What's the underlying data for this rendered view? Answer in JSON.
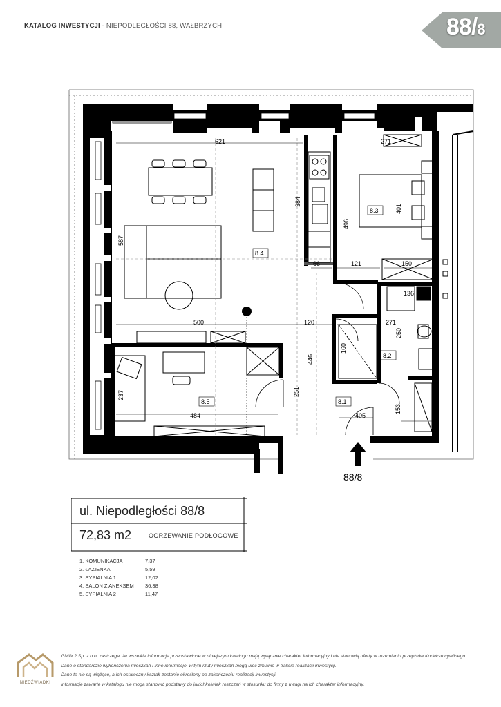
{
  "header": {
    "catalog": "KATALOG INWESTYCJI -",
    "address": " NIEPODLEGŁOŚCI 88, WAŁBRZYCH"
  },
  "badge": {
    "main": "88/",
    "sub": "8"
  },
  "plan": {
    "dims": {
      "d621": "621",
      "d271a": "271",
      "d384": "384",
      "d401": "401",
      "d496": "496",
      "d587": "587",
      "d66": "66",
      "d121": "121",
      "d150": "150",
      "d136": "136",
      "d500": "500",
      "d120": "120",
      "d271b": "271",
      "d250": "250",
      "d160": "160",
      "d446": "446",
      "d237": "237",
      "d251": "251",
      "d484": "484",
      "d405": "405",
      "d153": "153"
    },
    "rooms": {
      "r81": "8.1",
      "r82": "8.2",
      "r83": "8.3",
      "r84": "8.4",
      "r85": "8.5"
    },
    "entrance": "88/8"
  },
  "info": {
    "title": "ul. Niepodległości 88/8",
    "area": "72,83 m2",
    "heating": "OGRZEWANIE PODŁOGOWE",
    "rooms": [
      {
        "name": "1. KOMUNIKACJA",
        "area": "7,37"
      },
      {
        "name": "2. ŁAZIENKA",
        "area": "5,59"
      },
      {
        "name": "3. SYPIALNIA 1",
        "area": "12,02"
      },
      {
        "name": "4. SALON Z ANEKSEM",
        "area": "36,38"
      },
      {
        "name": "5. SYPIALNIA 2",
        "area": "11,47"
      }
    ]
  },
  "logo": {
    "text": "NIEDŹWIADKI"
  },
  "disclaimer": [
    "GMW 2 Sp. z o.o. zastrzega, że wszelkie informacje przedstawione w niniejszym katalogu mają wyłącznie charakter informacyjny i nie stanowią oferty w rozumieniu przepisów Kodeksu cywilnego.",
    "Dane o standardzie wykończenia mieszkań i inne informacje, w tym rzuty mieszkań mogą ulec zmianie w trakcie realizacji inwestycji.",
    "Dane te nie są wiążące, a ich ostateczny kształt zostanie określony po zakończeniu realizacji inwestycji.",
    "Informacje zawarte w katalogu nie mogą stanowić podstawy do jakichkolwiek roszczeń w stosunku do firmy z uwagi na ich charakter informacyjny."
  ],
  "colors": {
    "wall": "#000000",
    "badge": "#9aa09c",
    "logo": "#b79a6a"
  }
}
